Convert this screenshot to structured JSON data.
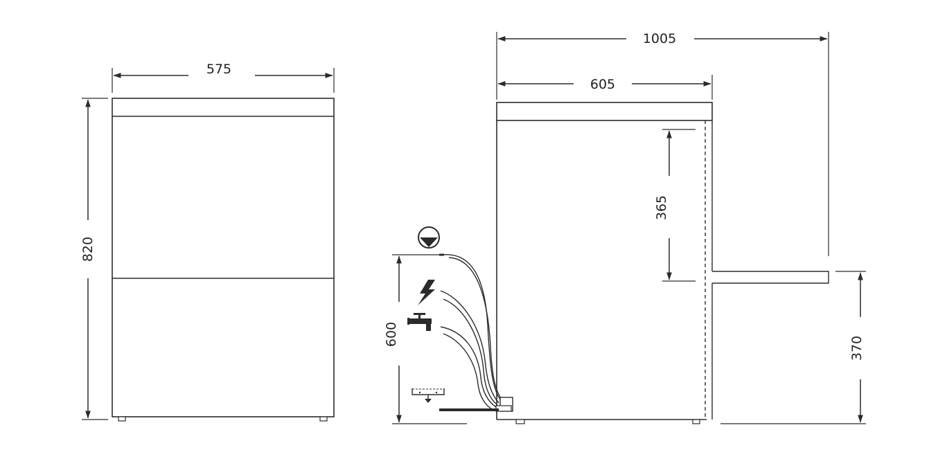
{
  "dimensions": {
    "front_width": "575",
    "front_height": "820",
    "total_depth": "1005",
    "body_depth": "605",
    "door_clearance": "365",
    "connections_height": "600",
    "open_door_height": "370"
  },
  "icons": {
    "drain": "drain-icon",
    "electric": "lightning-icon",
    "water": "water-tap-icon",
    "floor_drain": "floor-drain-icon"
  },
  "colors": {
    "line": "#2b2b2b",
    "background": "#ffffff"
  }
}
